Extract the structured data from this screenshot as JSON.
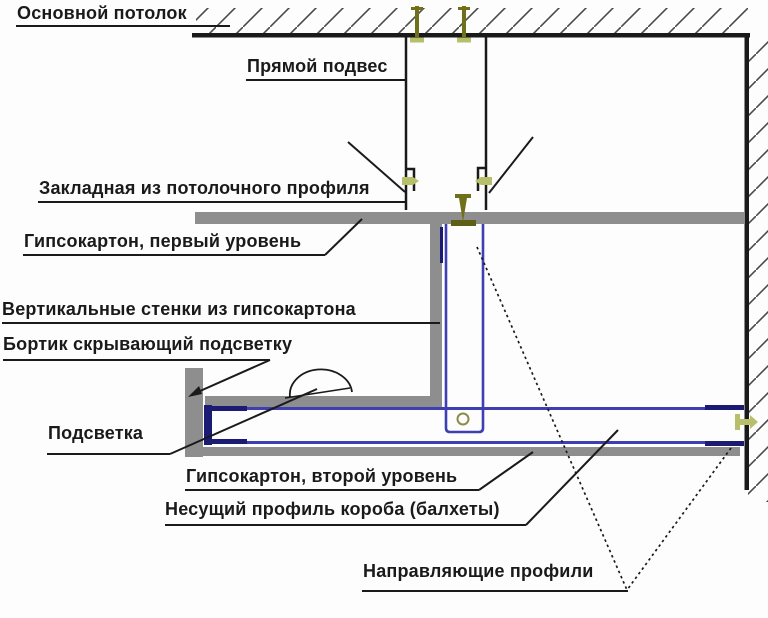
{
  "diagram": {
    "labels": {
      "main_ceiling": "Основной потолок",
      "direct_hanger": "Прямой подвес",
      "embedded_profile": "Закладная из потолочного профиля",
      "drywall_level1": "Гипсокартон, первый уровень",
      "vertical_walls": "Вертикальные стенки из гипсокартона",
      "light_shield": "Бортик скрывающий подсветку",
      "backlight": "Подсветка",
      "drywall_level2": "Гипсокартон, второй уровень",
      "carrier_profile": "Несущий профиль короба (балхеты)",
      "guide_profiles": "Направляющие профили"
    },
    "colors": {
      "ink": "#1a1a1a",
      "gray": "#8e8e8e",
      "blue": "#3f3fb4",
      "navy": "#1b1b74",
      "olive": "#70701a",
      "olive-light": "#b7bf6a",
      "olive-dark": "#5e5e16",
      "hatch": "#4a4a4a",
      "bg": "#fdfdfd"
    }
  }
}
